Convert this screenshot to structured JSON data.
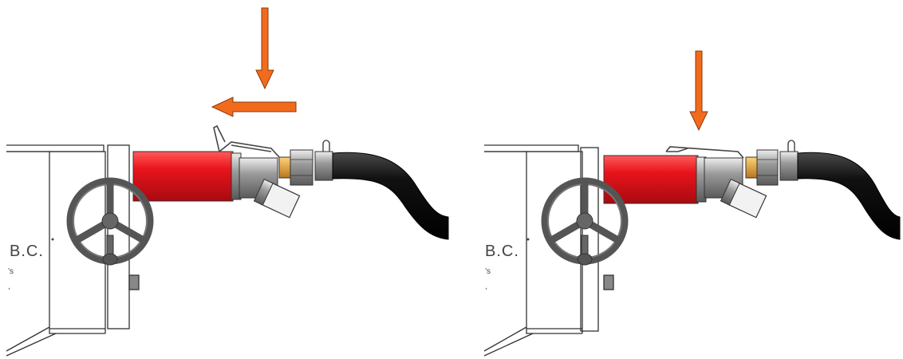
{
  "panels": [
    {
      "id": "before",
      "label_text": "B.C.",
      "arrows": [
        {
          "direction": "down"
        },
        {
          "direction": "left"
        }
      ],
      "lever_state": "raised"
    },
    {
      "id": "after",
      "label_text": "B.C.",
      "arrows": [
        {
          "direction": "down"
        }
      ],
      "lever_state": "lowered"
    }
  ],
  "colors": {
    "arrow": "#f26b1d",
    "arrow_outline": "#8a3a0a",
    "cylinder": "#e8141b",
    "cylinder_shadow": "#b50c12",
    "hose": "#111111",
    "metal": "#8f8f8f",
    "metal_light": "#d6d6d6",
    "brass": "#d99a2b",
    "wheel": "#555555",
    "line": "#333333"
  },
  "icons": {
    "push-arrow": "arrow-icon",
    "handwheel": "handwheel-icon"
  }
}
